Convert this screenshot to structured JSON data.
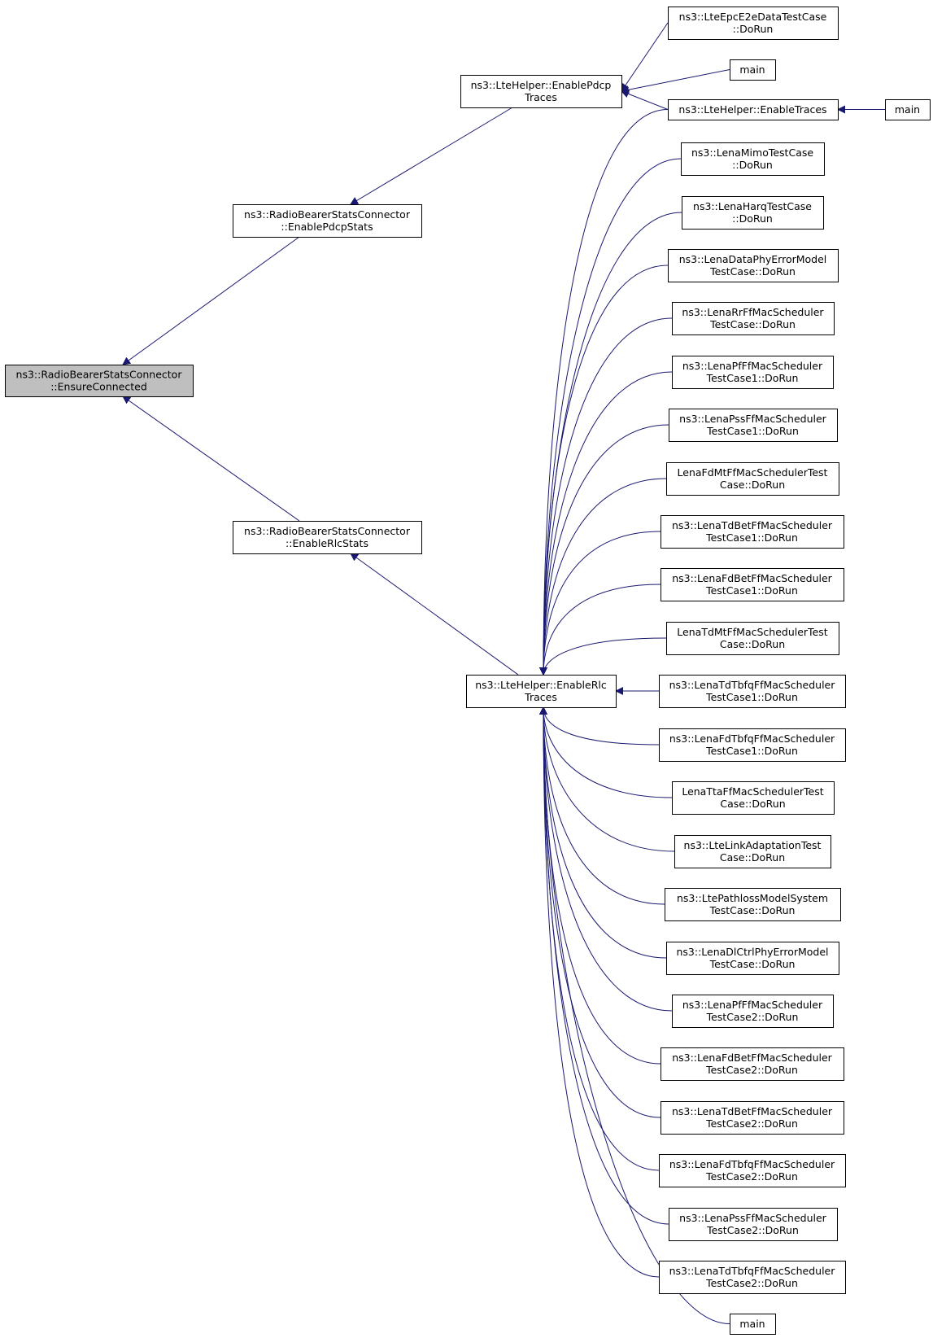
{
  "nodes": [
    {
      "id": "ensure",
      "lines": [
        "ns3::RadioBearerStatsConnector",
        "::EnsureConnected"
      ],
      "highlight": true
    },
    {
      "id": "pdcpstats",
      "lines": [
        "ns3::RadioBearerStatsConnector",
        "::EnablePdcpStats"
      ]
    },
    {
      "id": "rlcstats",
      "lines": [
        "ns3::RadioBearerStatsConnector",
        "::EnableRlcStats"
      ]
    },
    {
      "id": "pdcptraces",
      "lines": [
        "ns3::LteHelper::EnablePdcp",
        "Traces"
      ]
    },
    {
      "id": "rlctraces",
      "lines": [
        "ns3::LteHelper::EnableRlc",
        "Traces"
      ]
    },
    {
      "id": "epce2e",
      "lines": [
        "ns3::LteEpcE2eDataTestCase",
        "::DoRun"
      ]
    },
    {
      "id": "main1",
      "lines": [
        "main"
      ]
    },
    {
      "id": "enabletraces",
      "lines": [
        "ns3::LteHelper::EnableTraces"
      ]
    },
    {
      "id": "main2",
      "lines": [
        "main"
      ]
    },
    {
      "id": "mimo",
      "lines": [
        "ns3::LenaMimoTestCase",
        "::DoRun"
      ]
    },
    {
      "id": "harq",
      "lines": [
        "ns3::LenaHarqTestCase",
        "::DoRun"
      ]
    },
    {
      "id": "dataphy",
      "lines": [
        "ns3::LenaDataPhyErrorModel",
        "TestCase::DoRun"
      ]
    },
    {
      "id": "rr",
      "lines": [
        "ns3::LenaRrFfMacScheduler",
        "TestCase::DoRun"
      ]
    },
    {
      "id": "pf1",
      "lines": [
        "ns3::LenaPfFfMacScheduler",
        "TestCase1::DoRun"
      ]
    },
    {
      "id": "pss1",
      "lines": [
        "ns3::LenaPssFfMacScheduler",
        "TestCase1::DoRun"
      ]
    },
    {
      "id": "fdmt",
      "lines": [
        "LenaFdMtFfMacSchedulerTest",
        "Case::DoRun"
      ]
    },
    {
      "id": "tdbet1",
      "lines": [
        "ns3::LenaTdBetFfMacScheduler",
        "TestCase1::DoRun"
      ]
    },
    {
      "id": "fdbet1",
      "lines": [
        "ns3::LenaFdBetFfMacScheduler",
        "TestCase1::DoRun"
      ]
    },
    {
      "id": "tdmt",
      "lines": [
        "LenaTdMtFfMacSchedulerTest",
        "Case::DoRun"
      ]
    },
    {
      "id": "tdtbfq1",
      "lines": [
        "ns3::LenaTdTbfqFfMacScheduler",
        "TestCase1::DoRun"
      ]
    },
    {
      "id": "fdtbfq1",
      "lines": [
        "ns3::LenaFdTbfqFfMacScheduler",
        "TestCase1::DoRun"
      ]
    },
    {
      "id": "tta",
      "lines": [
        "LenaTtaFfMacSchedulerTest",
        "Case::DoRun"
      ]
    },
    {
      "id": "linkadapt",
      "lines": [
        "ns3::LteLinkAdaptationTest",
        "Case::DoRun"
      ]
    },
    {
      "id": "pathloss",
      "lines": [
        "ns3::LtePathlossModelSystem",
        "TestCase::DoRun"
      ]
    },
    {
      "id": "dlctrl",
      "lines": [
        "ns3::LenaDlCtrlPhyErrorModel",
        "TestCase::DoRun"
      ]
    },
    {
      "id": "pf2",
      "lines": [
        "ns3::LenaPfFfMacScheduler",
        "TestCase2::DoRun"
      ]
    },
    {
      "id": "fdbet2",
      "lines": [
        "ns3::LenaFdBetFfMacScheduler",
        "TestCase2::DoRun"
      ]
    },
    {
      "id": "tdbet2",
      "lines": [
        "ns3::LenaTdBetFfMacScheduler",
        "TestCase2::DoRun"
      ]
    },
    {
      "id": "fdtbfq2",
      "lines": [
        "ns3::LenaFdTbfqFfMacScheduler",
        "TestCase2::DoRun"
      ]
    },
    {
      "id": "pss2",
      "lines": [
        "ns3::LenaPssFfMacScheduler",
        "TestCase2::DoRun"
      ]
    },
    {
      "id": "tdtbfq2",
      "lines": [
        "ns3::LenaTdTbfqFfMacScheduler",
        "TestCase2::DoRun"
      ]
    },
    {
      "id": "main3",
      "lines": [
        "main"
      ]
    }
  ],
  "edges": [
    {
      "from": "pdcpstats",
      "to": "ensure"
    },
    {
      "from": "rlcstats",
      "to": "ensure"
    },
    {
      "from": "pdcptraces",
      "to": "pdcpstats"
    },
    {
      "from": "rlctraces",
      "to": "rlcstats"
    },
    {
      "from": "epce2e",
      "to": "pdcptraces"
    },
    {
      "from": "main1",
      "to": "pdcptraces"
    },
    {
      "from": "enabletraces",
      "to": "pdcptraces"
    },
    {
      "from": "main2",
      "to": "enabletraces"
    },
    {
      "from": "enabletraces",
      "to": "rlctraces"
    },
    {
      "from": "mimo",
      "to": "rlctraces"
    },
    {
      "from": "harq",
      "to": "rlctraces"
    },
    {
      "from": "dataphy",
      "to": "rlctraces"
    },
    {
      "from": "rr",
      "to": "rlctraces"
    },
    {
      "from": "pf1",
      "to": "rlctraces"
    },
    {
      "from": "pss1",
      "to": "rlctraces"
    },
    {
      "from": "fdmt",
      "to": "rlctraces"
    },
    {
      "from": "tdbet1",
      "to": "rlctraces"
    },
    {
      "from": "fdbet1",
      "to": "rlctraces"
    },
    {
      "from": "tdmt",
      "to": "rlctraces"
    },
    {
      "from": "tdtbfq1",
      "to": "rlctraces"
    },
    {
      "from": "fdtbfq1",
      "to": "rlctraces"
    },
    {
      "from": "tta",
      "to": "rlctraces"
    },
    {
      "from": "linkadapt",
      "to": "rlctraces"
    },
    {
      "from": "pathloss",
      "to": "rlctraces"
    },
    {
      "from": "dlctrl",
      "to": "rlctraces"
    },
    {
      "from": "pf2",
      "to": "rlctraces"
    },
    {
      "from": "fdbet2",
      "to": "rlctraces"
    },
    {
      "from": "tdbet2",
      "to": "rlctraces"
    },
    {
      "from": "fdtbfq2",
      "to": "rlctraces"
    },
    {
      "from": "pss2",
      "to": "rlctraces"
    },
    {
      "from": "tdtbfq2",
      "to": "rlctraces"
    },
    {
      "from": "main3",
      "to": "rlctraces"
    }
  ],
  "colors": {
    "edge": "#191970",
    "highlight_fill": "#bfbfbf",
    "node_fill": "#ffffff",
    "node_stroke": "#000000"
  }
}
